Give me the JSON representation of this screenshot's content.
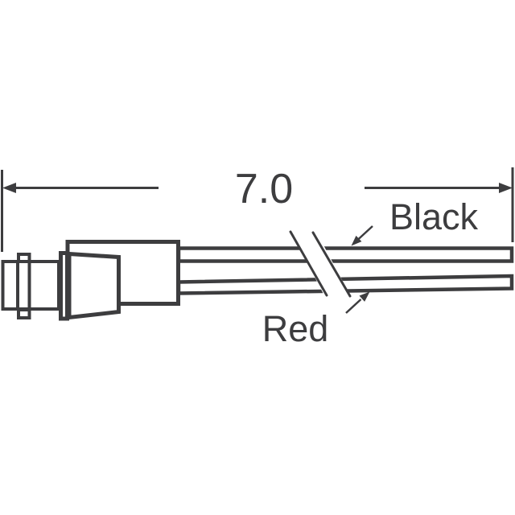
{
  "drawing": {
    "dimension": {
      "value": "7.0"
    },
    "labels": {
      "top_wire": "Black",
      "bottom_wire": "Red"
    },
    "colors": {
      "line": "#3d3d3f",
      "background": "#ffffff"
    }
  }
}
